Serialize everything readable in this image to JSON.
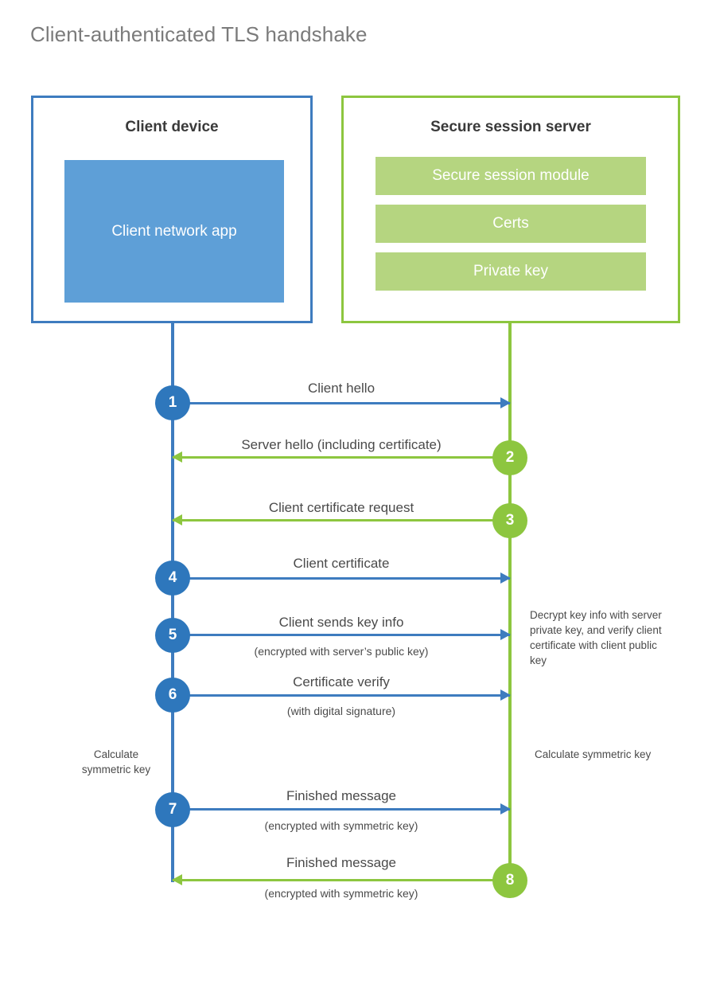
{
  "title": "Client-authenticated TLS handshake",
  "colors": {
    "client_blue": "#3e7cbf",
    "client_circle_blue": "#2e77bc",
    "client_app_fill": "#5e9fd7",
    "server_green": "#8dc63f",
    "server_module_fill": "#b5d580",
    "title_gray": "#7b7b7b",
    "text_gray": "#4a4a4a",
    "background": "#ffffff"
  },
  "actors": {
    "client": {
      "title": "Client device",
      "app_label": "Client network app"
    },
    "server": {
      "title": "Secure session server",
      "modules": [
        {
          "label": "Secure session module"
        },
        {
          "label": "Certs"
        },
        {
          "label": "Private key"
        }
      ]
    }
  },
  "steps": [
    {
      "number": "1",
      "label": "Client hello",
      "sublabel": "",
      "direction": "client-to-server",
      "color": "blue"
    },
    {
      "number": "2",
      "label": "Server hello (including certificate)",
      "sublabel": "",
      "direction": "server-to-client",
      "color": "green"
    },
    {
      "number": "3",
      "label": "Client certificate request",
      "sublabel": "",
      "direction": "server-to-client",
      "color": "green"
    },
    {
      "number": "4",
      "label": "Client certificate",
      "sublabel": "",
      "direction": "client-to-server",
      "color": "blue"
    },
    {
      "number": "5",
      "label": "Client sends key info",
      "sublabel": "(encrypted with server’s public key)",
      "direction": "client-to-server",
      "color": "blue"
    },
    {
      "number": "6",
      "label": "Certificate verify",
      "sublabel": "(with digital signature)",
      "direction": "client-to-server",
      "color": "blue"
    },
    {
      "number": "7",
      "label": "Finished message",
      "sublabel": "(encrypted with symmetric key)",
      "direction": "client-to-server",
      "color": "blue"
    },
    {
      "number": "8",
      "label": "Finished message",
      "sublabel": "(encrypted with symmetric key)",
      "direction": "server-to-client",
      "color": "green"
    }
  ],
  "annotations": {
    "server_decrypt": "Decrypt key info with server private key, and verify client certificate with client public key",
    "client_calculate": "Calculate symmetric key",
    "server_calculate": "Calculate symmetric key"
  }
}
